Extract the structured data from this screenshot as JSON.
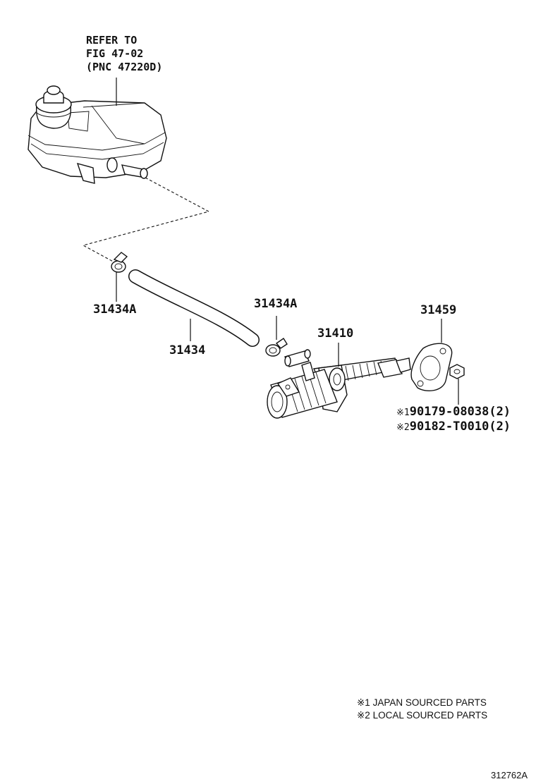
{
  "reference": {
    "line1": "REFER TO",
    "line2": "FIG 47-02",
    "line3": "(PNC 47220D)"
  },
  "callouts": {
    "clamp_left": "31434A",
    "hose": "31434",
    "clamp_right": "31434A",
    "master_cylinder": "31410",
    "gasket": "31459"
  },
  "nut_parts": [
    {
      "mark": "※1",
      "number": "90179-08038",
      "qty": "(2)"
    },
    {
      "mark": "※2",
      "number": "90182-T0010",
      "qty": "(2)"
    }
  ],
  "legend": [
    {
      "mark": "※1",
      "text": "JAPAN SOURCED PARTS"
    },
    {
      "mark": "※2",
      "text": "LOCAL SOURCED PARTS"
    }
  ],
  "figure_id": "312762A"
}
